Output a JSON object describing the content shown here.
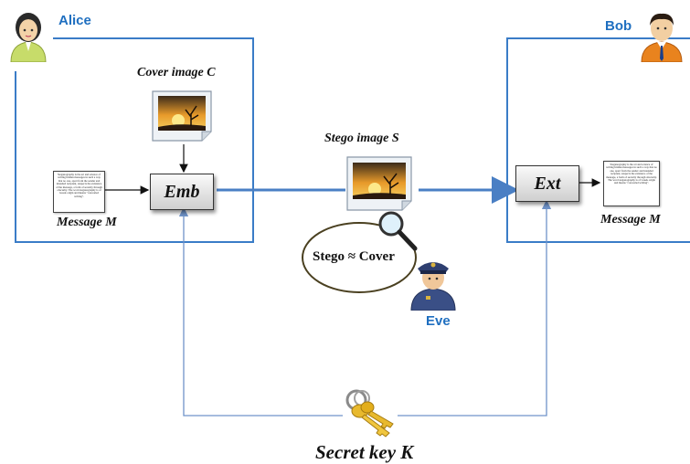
{
  "alice": {
    "name": "Alice"
  },
  "bob": {
    "name": "Bob"
  },
  "eve": {
    "name": "Eve"
  },
  "cover_image": {
    "label": "Cover image  C"
  },
  "stego_image": {
    "label": "Stego image  S"
  },
  "embed_box": {
    "label": "Emb"
  },
  "extract_box": {
    "label": "Ext"
  },
  "message_left": {
    "label": "Message M"
  },
  "message_right": {
    "label": "Message M"
  },
  "stego_check": {
    "label": "Stego ≈ Cover"
  },
  "secret_key": {
    "label": "Secret  key  K"
  },
  "message_doc_text": "Steganography is the art and science of writing hidden messages in such a way that no one, apart from the sender and intended recipient, suspects the existence of the message, a form of security through obscurity. The word steganography is of Greek origin and means \"concealed writing\".",
  "colors": {
    "accent": "#1f6fc0",
    "frame": "#3a7cc7",
    "key_line": "#6f93c9"
  },
  "icons": [
    "woman-avatar-icon",
    "man-avatar-icon",
    "police-officer-icon",
    "image-icon",
    "magnifier-icon",
    "key-icon",
    "document-icon"
  ]
}
